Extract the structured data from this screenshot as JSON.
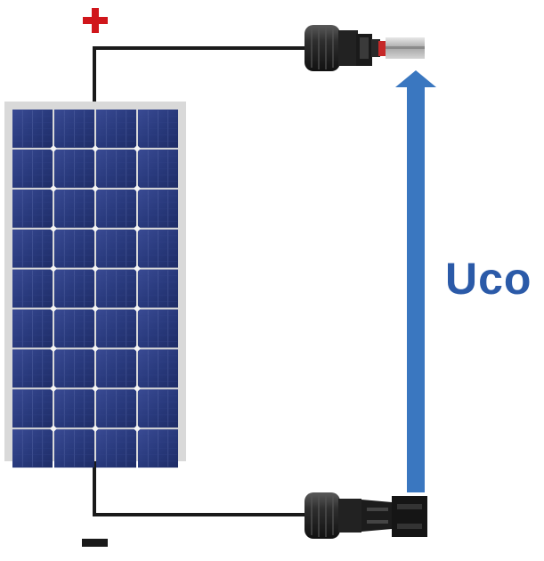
{
  "diagram": {
    "voltage_label": "Uco",
    "positive_symbol": "plus-sign",
    "negative_symbol": "minus-sign",
    "components": [
      "solar-panel",
      "connector-female",
      "connector-male",
      "wire-positive",
      "wire-negative",
      "voltage-arrow"
    ]
  },
  "colors": {
    "positive": "#d0161b",
    "negative": "#1a1a1a",
    "arrow": "#3a77c0",
    "label": "#2b5aa8",
    "panel_frame": "#d9d9d9",
    "cell": "#2b3a7a",
    "connector": "#2a2a2a"
  },
  "panel": {
    "cols": 4,
    "rows": 9
  }
}
